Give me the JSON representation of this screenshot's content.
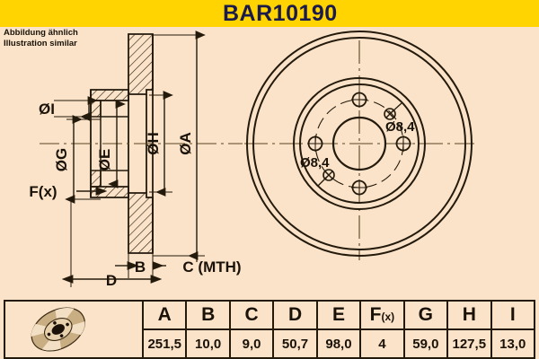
{
  "header": {
    "part_number": "BAR10190",
    "band_color": "#ffd400",
    "text_color": "#1b1b4b"
  },
  "page": {
    "background_color": "#fae3c8",
    "line_color": "#241a0c"
  },
  "notes": {
    "line_de": "Abbildung ähnlich",
    "line_en": "Illustration similar"
  },
  "drawing": {
    "section_labels": [
      {
        "id": "label-dia-i",
        "text": "ØI"
      },
      {
        "id": "label-dia-g",
        "text": "ØG"
      },
      {
        "id": "label-dia-e",
        "text": "ØE"
      },
      {
        "id": "label-dia-h",
        "text": "ØH"
      },
      {
        "id": "label-dia-a",
        "text": "ØA"
      },
      {
        "id": "label-fx",
        "text": "F(x)"
      },
      {
        "id": "label-b",
        "text": "B"
      },
      {
        "id": "label-c",
        "text": "C (MTH)"
      },
      {
        "id": "label-d",
        "text": "D"
      }
    ],
    "front_view_labels": [
      {
        "id": "bolt-hole-dia-upper",
        "text": "Ø8,4"
      },
      {
        "id": "bolt-hole-dia-lower",
        "text": "Ø8,4"
      }
    ],
    "bolt_hole_count": 4
  },
  "spec_table": {
    "headers": [
      "A",
      "B",
      "C",
      "D",
      "E",
      "F(x)",
      "G",
      "H",
      "I"
    ],
    "fx_header": {
      "main": "F",
      "sub": "(x)"
    },
    "values": [
      "251,5",
      "10,0",
      "9,0",
      "50,7",
      "98,0",
      "4",
      "59,0",
      "127,5",
      "13,0"
    ],
    "icon_name": "brake-disc-3d-icon"
  }
}
